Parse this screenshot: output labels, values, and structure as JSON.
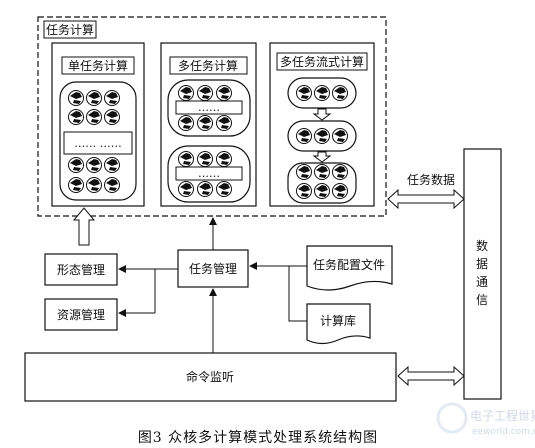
{
  "diagram": {
    "outer_title": "任务计算",
    "panels": [
      {
        "title": "单任务计算"
      },
      {
        "title": "多任务计算"
      },
      {
        "title": "多任务流式计算"
      }
    ],
    "dots": "……",
    "dots_long": "……  ……",
    "task_data": "任务数据",
    "data_comm": [
      "数",
      "据",
      "通",
      "信"
    ],
    "morph_mgmt": "形态管理",
    "resource_mgmt": "资源管理",
    "task_mgmt": "任务管理",
    "task_config": "任务配置文件",
    "compute_lib": "计算库",
    "command_listen": "命令监听",
    "caption": "图3   众核多计算模式处理系统结构图"
  },
  "watermark": {
    "logo_text": "电子工程世界",
    "url": "eeworld.com.cn",
    "colors": {
      "logo": "#e8eef6",
      "accent": "#cfd8e6"
    }
  }
}
